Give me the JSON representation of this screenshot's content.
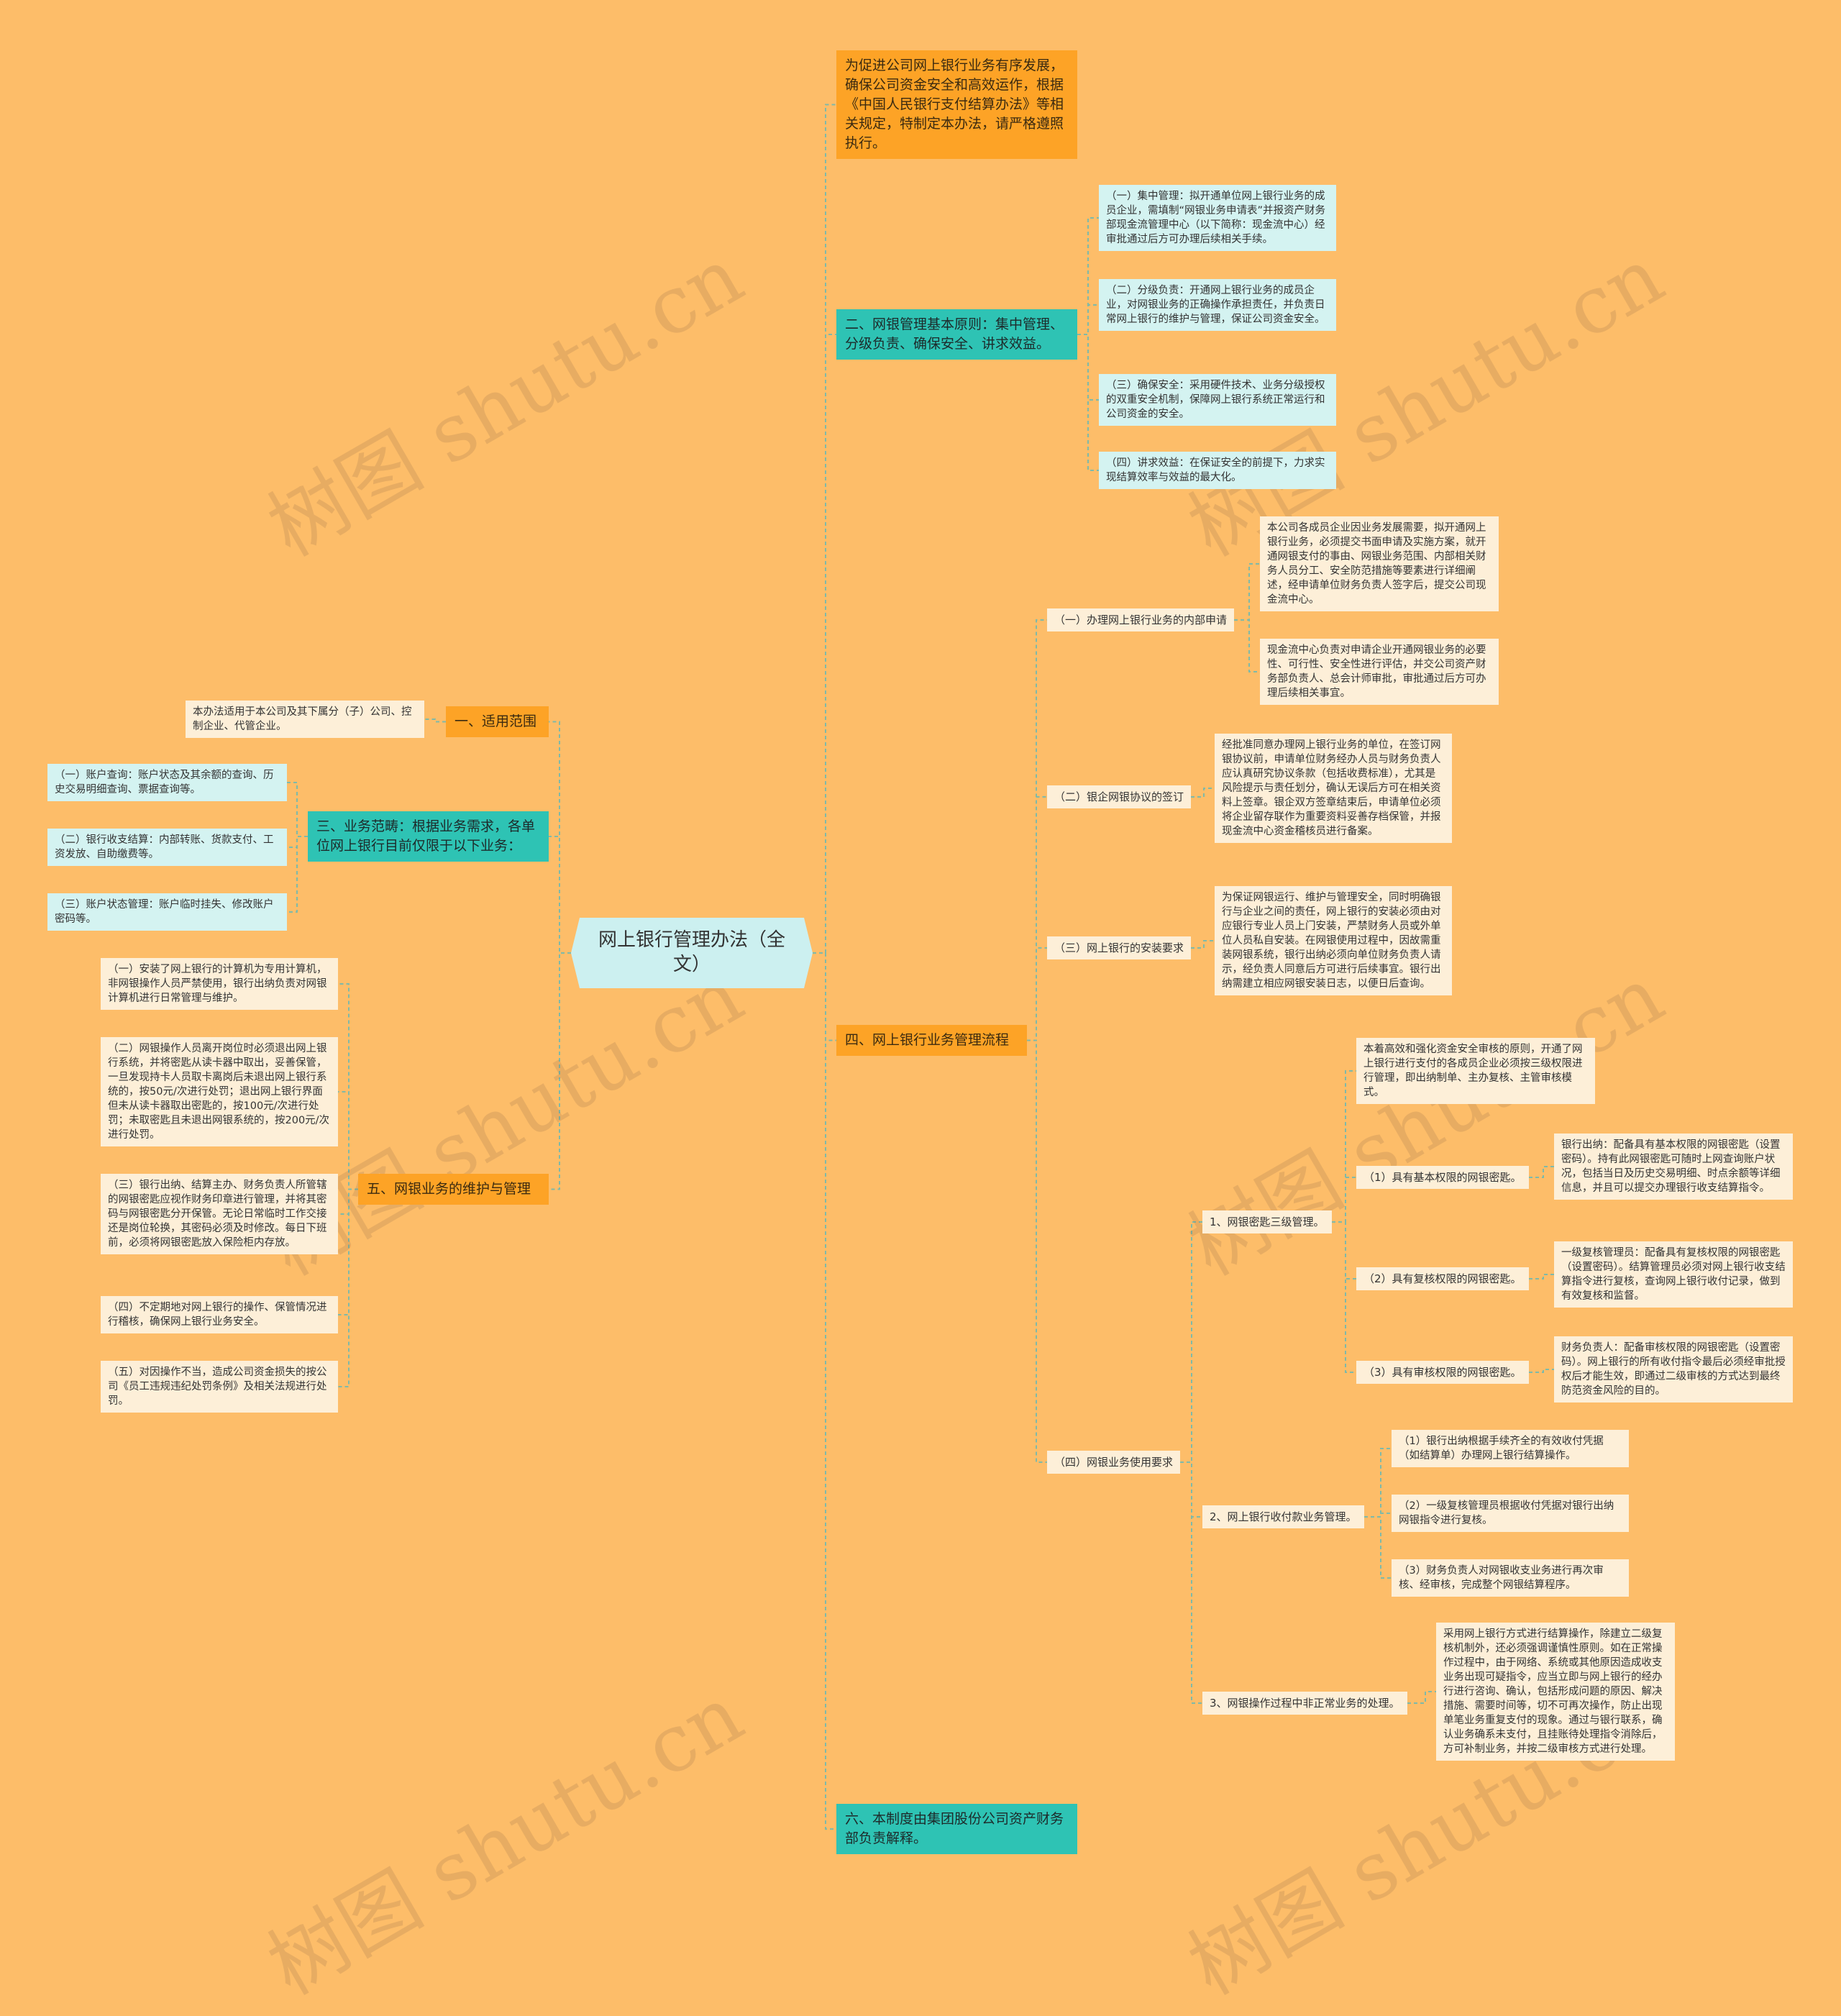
{
  "root": "网上银行管理办法（全文）",
  "watermark": "树图 shutu.cn",
  "intro": "为促进公司网上银行业务有序发展，确保公司资金安全和高效运作，根据《中国人民银行支付结算办法》等相关规定，特制定本办法，请严格遵照执行。",
  "principles": {
    "title": "二、网银管理基本原则：集中管理、分级负责、确保安全、讲求效益。",
    "items": [
      "（一）集中管理：拟开通单位网上银行业务的成员企业，需填制“网银业务申请表”并报资产财务部现金流管理中心（以下简称：现金流中心）经审批通过后方可办理后续相关手续。",
      "（二）分级负责：开通网上银行业务的成员企业，对网银业务的正确操作承担责任，并负责日常网上银行的维护与管理，保证公司资金安全。",
      "（三）确保安全：采用硬件技术、业务分级授权的双重安全机制，保障网上银行系统正常运行和公司资金的安全。",
      "（四）讲求效益：在保证安全的前提下，力求实现结算效率与效益的最大化。"
    ]
  },
  "scope": {
    "title": "一、适用范围",
    "text": "本办法适用于本公司及其下属分（子）公司、控制企业、代管企业。"
  },
  "business": {
    "title": "三、业务范畴：根据业务需求，各单位网上银行目前仅限于以下业务：",
    "items": [
      "（一）账户查询：账户状态及其余额的查询、历史交易明细查询、票据查询等。",
      "（二）银行收支结算：内部转账、货款支付、工资发放、自助缴费等。",
      "（三）账户状态管理：账户临时挂失、修改账户密码等。"
    ]
  },
  "maintenance": {
    "title": "五、网银业务的维护与管理",
    "items": [
      "（一）安装了网上银行的计算机为专用计算机，非网银操作人员严禁使用，银行出纳负责对网银计算机进行日常管理与维护。",
      "（二）网银操作人员离开岗位时必须退出网上银行系统，并将密匙从读卡器中取出，妥善保管，一旦发现持卡人员取卡离岗后未退出网上银行系统的，按50元/次进行处罚；退出网上银行界面但未从读卡器取出密匙的，按100元/次进行处罚；未取密匙且未退出网银系统的，按200元/次进行处罚。",
      "（三）银行出纳、结算主办、财务负责人所管辖的网银密匙应视作财务印章进行管理，并将其密码与网银密匙分开保管。无论日常临时工作交接还是岗位轮换，其密码必须及时修改。每日下班前，必须将网银密匙放入保险柜内存放。",
      "（四）不定期地对网上银行的操作、保管情况进行稽核，确保网上银行业务安全。",
      "（五）对因操作不当，造成公司资金损失的按公司《员工违规违纪处罚条例》及相关法规进行处罚。"
    ]
  },
  "process": {
    "title": "四、网上银行业务管理流程",
    "apply": {
      "label": "（一）办理网上银行业务的内部申请",
      "items": [
        "本公司各成员企业因业务发展需要，拟开通网上银行业务，必须提交书面申请及实施方案，就开通网银支付的事由、网银业务范围、内部相关财务人员分工、安全防范措施等要素进行详细阐述，经申请单位财务负责人签字后，提交公司现金流中心。",
        "现金流中心负责对申请企业开通网银业务的必要性、可行性、安全性进行评估，并交公司资产财务部负责人、总会计师审批，审批通过后方可办理后续相关事宜。"
      ]
    },
    "agreement": {
      "label": "（二）银企网银协议的签订",
      "text": "经批准同意办理网上银行业务的单位，在签订网银协议前，申请单位财务经办人员与财务负责人应认真研究协议条款（包括收费标准），尤其是风险提示与责任划分，确认无误后方可在相关资料上签章。银企双方签章结束后，申请单位必须将企业留存联作为重要资料妥善存档保管，并报现金流中心资金稽核员进行备案。"
    },
    "install": {
      "label": "（三）网上银行的安装要求",
      "text": "为保证网银运行、维护与管理安全，同时明确银行与企业之间的责任，网上银行的安装必须由对应银行专业人员上门安装，严禁财务人员或外单位人员私自安装。在网银使用过程中，因故需重装网银系统，银行出纳必须向单位财务负责人请示，经负责人同意后方可进行后续事宜。银行出纳需建立相应网银安装日志，以便日后查询。"
    },
    "usage": {
      "label": "（四）网银业务使用要求",
      "key_mgmt": {
        "label": "1、网银密匙三级管理。",
        "intro": "本着高效和强化资金安全审核的原则，开通了网上银行进行支付的各成员企业必须按三级权限进行管理，即出纳制单、主办复核、主管审核模式。",
        "levels": [
          {
            "label": "（1）具有基本权限的网银密匙。",
            "text": "银行出纳：配备具有基本权限的网银密匙（设置密码）。持有此网银密匙可随时上网查询账户状况，包括当日及历史交易明细、时点余额等详细信息，并且可以提交办理银行收支结算指令。"
          },
          {
            "label": "（2）具有复核权限的网银密匙。",
            "text": "一级复核管理员：配备具有复核权限的网银密匙（设置密码）。结算管理员必须对网上银行收支结算指令进行复核，查询网上银行收付记录，做到有效复核和监督。"
          },
          {
            "label": "（3）具有审核权限的网银密匙。",
            "text": "财务负责人：配备审核权限的网银密匙（设置密码）。网上银行的所有收付指令最后必须经审批授权后才能生效，即通过二级审核的方式达到最终防范资金风险的目的。"
          }
        ]
      },
      "payment": {
        "label": "2、网上银行收付款业务管理。",
        "items": [
          "（1）银行出纳根据手续齐全的有效收付凭据（如结算单）办理网上银行结算操作。",
          "（2）一级复核管理员根据收付凭据对银行出纳网银指令进行复核。",
          "（3）财务负责人对网银收支业务进行再次审核、经审核，完成整个网银结算程序。"
        ]
      },
      "abnormal": {
        "label": "3、网银操作过程中非正常业务的处理。",
        "text": "采用网上银行方式进行结算操作，除建立二级复核机制外，还必须强调谨慎性原则。如在正常操作过程中，由于网络、系统或其他原因造成收支业务出现可疑指令，应当立即与网上银行的经办行进行咨询、确认，包括形成问题的原因、解决措施、需要时间等，切不可再次操作，防止出现单笔业务重复支付的现象。通过与银行联系，确认业务确系未支付，且挂账待处理指令消除后，方可补制业务，并按二级审核方式进行处理。"
      }
    }
  },
  "interpretation": "六、本制度由集团股份公司资产财务部负责解释。",
  "colors": {
    "background": "#fdbd69",
    "orange_node": "#fda326",
    "teal_node": "#2ec3b4",
    "cyan_node": "#d4f3f1",
    "cream_node": "#fdefd8",
    "connector": "#7fb9a8"
  }
}
